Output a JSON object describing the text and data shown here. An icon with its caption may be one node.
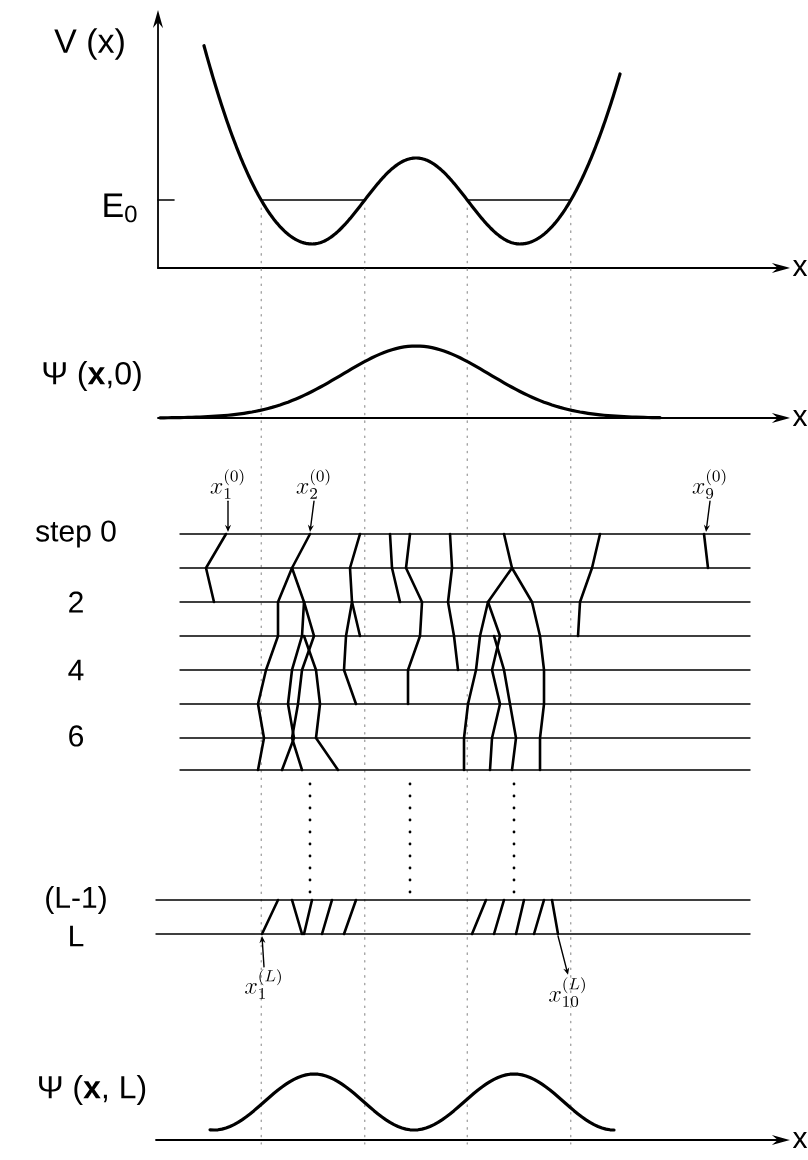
{
  "diagram": {
    "nodes": [
      {
        "text": [
          "x_1^{(0)}"
        ]
      },
      {
        "text": [
          "x_2^{(0)}"
        ]
      },
      {
        "text": [
          "x_9^{(0)}"
        ]
      },
      {
        "text": [
          "x_1^{(L)}"
        ]
      },
      {
        "text": [
          "x_{10}^{(L)}"
        ]
      }
    ],
    "edges": [
      {
        "from": 0,
        "to": null,
        "arrow": "to"
      },
      {
        "from": 1,
        "to": null,
        "arrow": "to"
      },
      {
        "from": 2,
        "to": null,
        "arrow": "to"
      },
      {
        "from": 3,
        "to": null,
        "arrow": "to"
      },
      {
        "from": null,
        "to": 4,
        "arrow": "to"
      }
    ],
    "labels": [
      "V (x)",
      "E$_{0}$",
      "x",
      "Ψ (**x**,0)",
      "x",
      "step 0",
      "2",
      "4",
      "6",
      "(L-1)",
      "L",
      "Ψ (**x**, L)",
      "x"
    ]
  }
}
